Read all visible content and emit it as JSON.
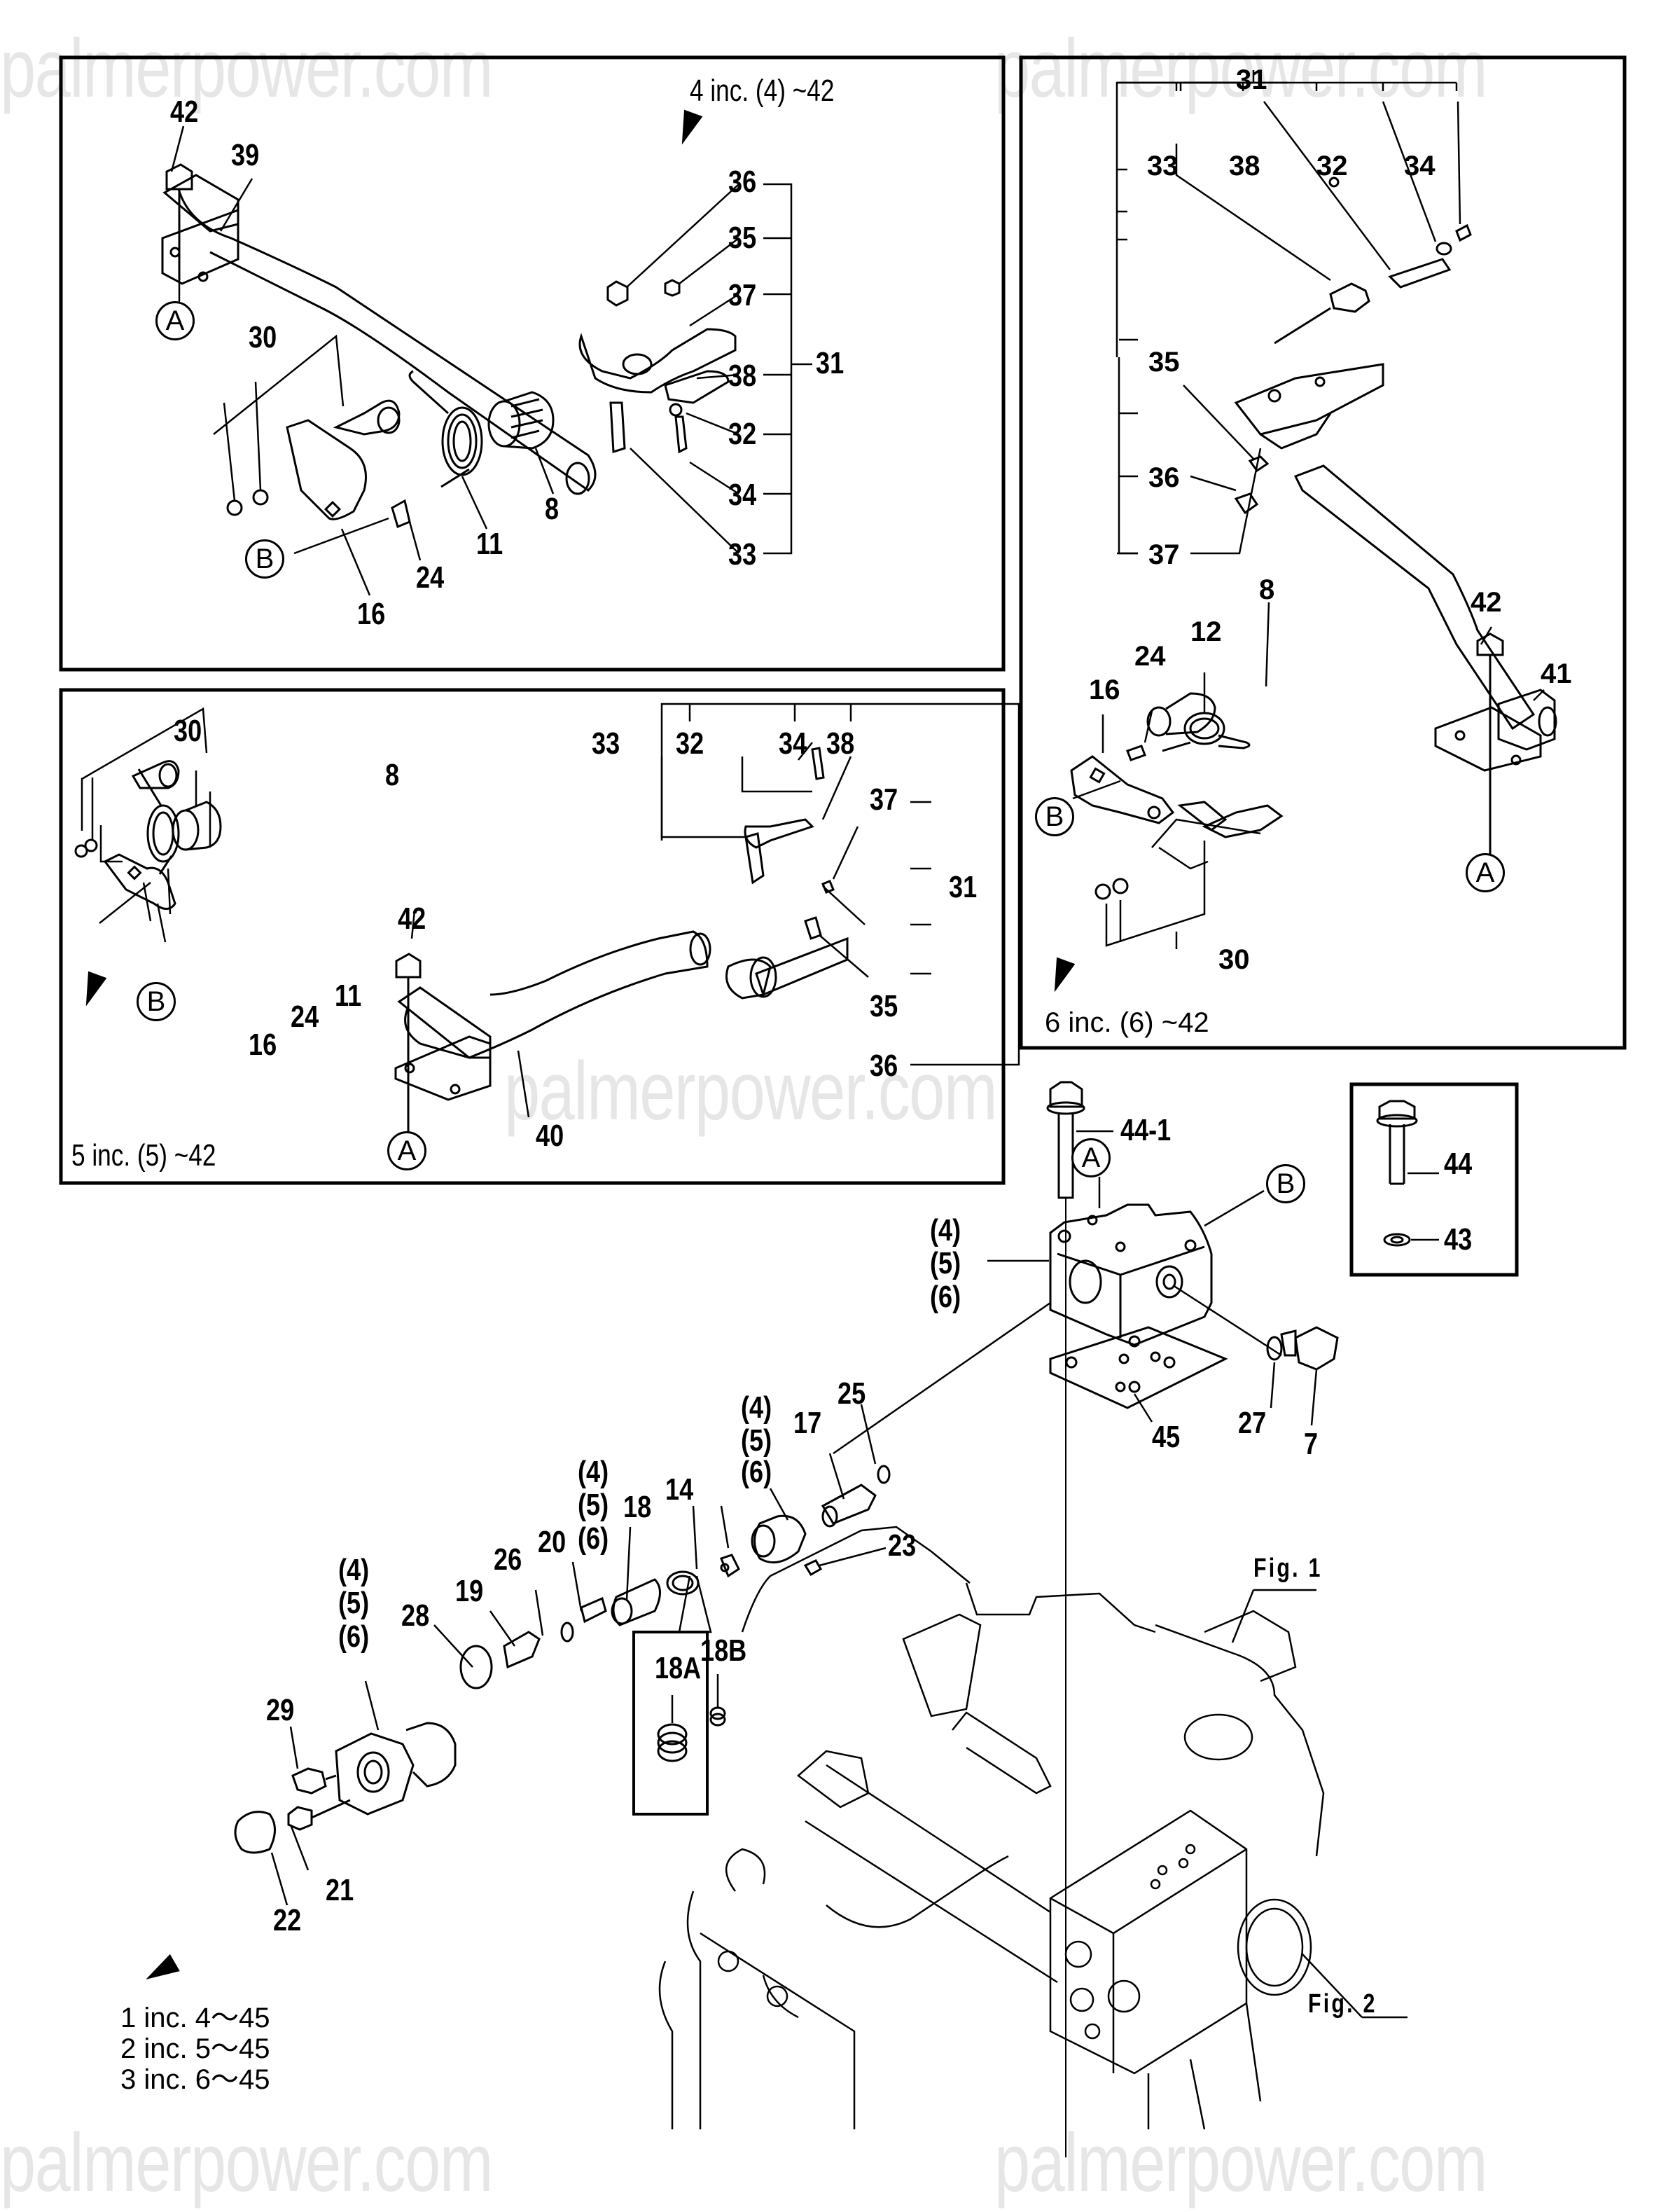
{
  "watermark": "palmerpower.com",
  "panels": {
    "top_left": {
      "note": "4 inc. (4) ~42",
      "labels": [
        "42",
        "39",
        "36",
        "35",
        "37",
        "38",
        "31",
        "32",
        "34",
        "33",
        "30",
        "8",
        "11",
        "24",
        "16"
      ],
      "refs": [
        "A",
        "B"
      ]
    },
    "middle_left": {
      "note": "5 inc. (5) ~42",
      "labels": [
        "30",
        "8",
        "42",
        "11",
        "24",
        "16",
        "40",
        "33",
        "32",
        "34",
        "38",
        "37",
        "31",
        "35",
        "36"
      ],
      "refs": [
        "A",
        "B"
      ]
    },
    "right": {
      "note": "6 inc. (6) ~42",
      "labels": [
        "31",
        "33",
        "38",
        "32",
        "34",
        "35",
        "36",
        "37",
        "8",
        "12",
        "24",
        "16",
        "42",
        "41",
        "30"
      ],
      "refs": [
        "A",
        "B"
      ]
    },
    "bolt_inset": {
      "labels": [
        "44",
        "43"
      ]
    }
  },
  "main": {
    "labels": {
      "bolt": "44-1",
      "housing": "(4)\n(5)\n(6)",
      "p25": "25",
      "p17": "17",
      "p14": "14",
      "p18": "18",
      "p23": "23",
      "p20": "20",
      "p26": "26",
      "p19": "19",
      "p28": "28",
      "p29": "29",
      "p21": "21",
      "p22": "22",
      "p27": "27",
      "p7": "7",
      "p45": "45",
      "p18A": "18A",
      "p18B": "18B"
    },
    "variant_label": [
      "(4)",
      "(5)",
      "(6)"
    ],
    "refs": [
      "A",
      "B"
    ],
    "figs": [
      "Fig. 1",
      "Fig. 2"
    ],
    "notes": [
      "1 inc. 4〜45",
      "2 inc. 5〜45",
      "3 inc. 6〜45"
    ]
  }
}
